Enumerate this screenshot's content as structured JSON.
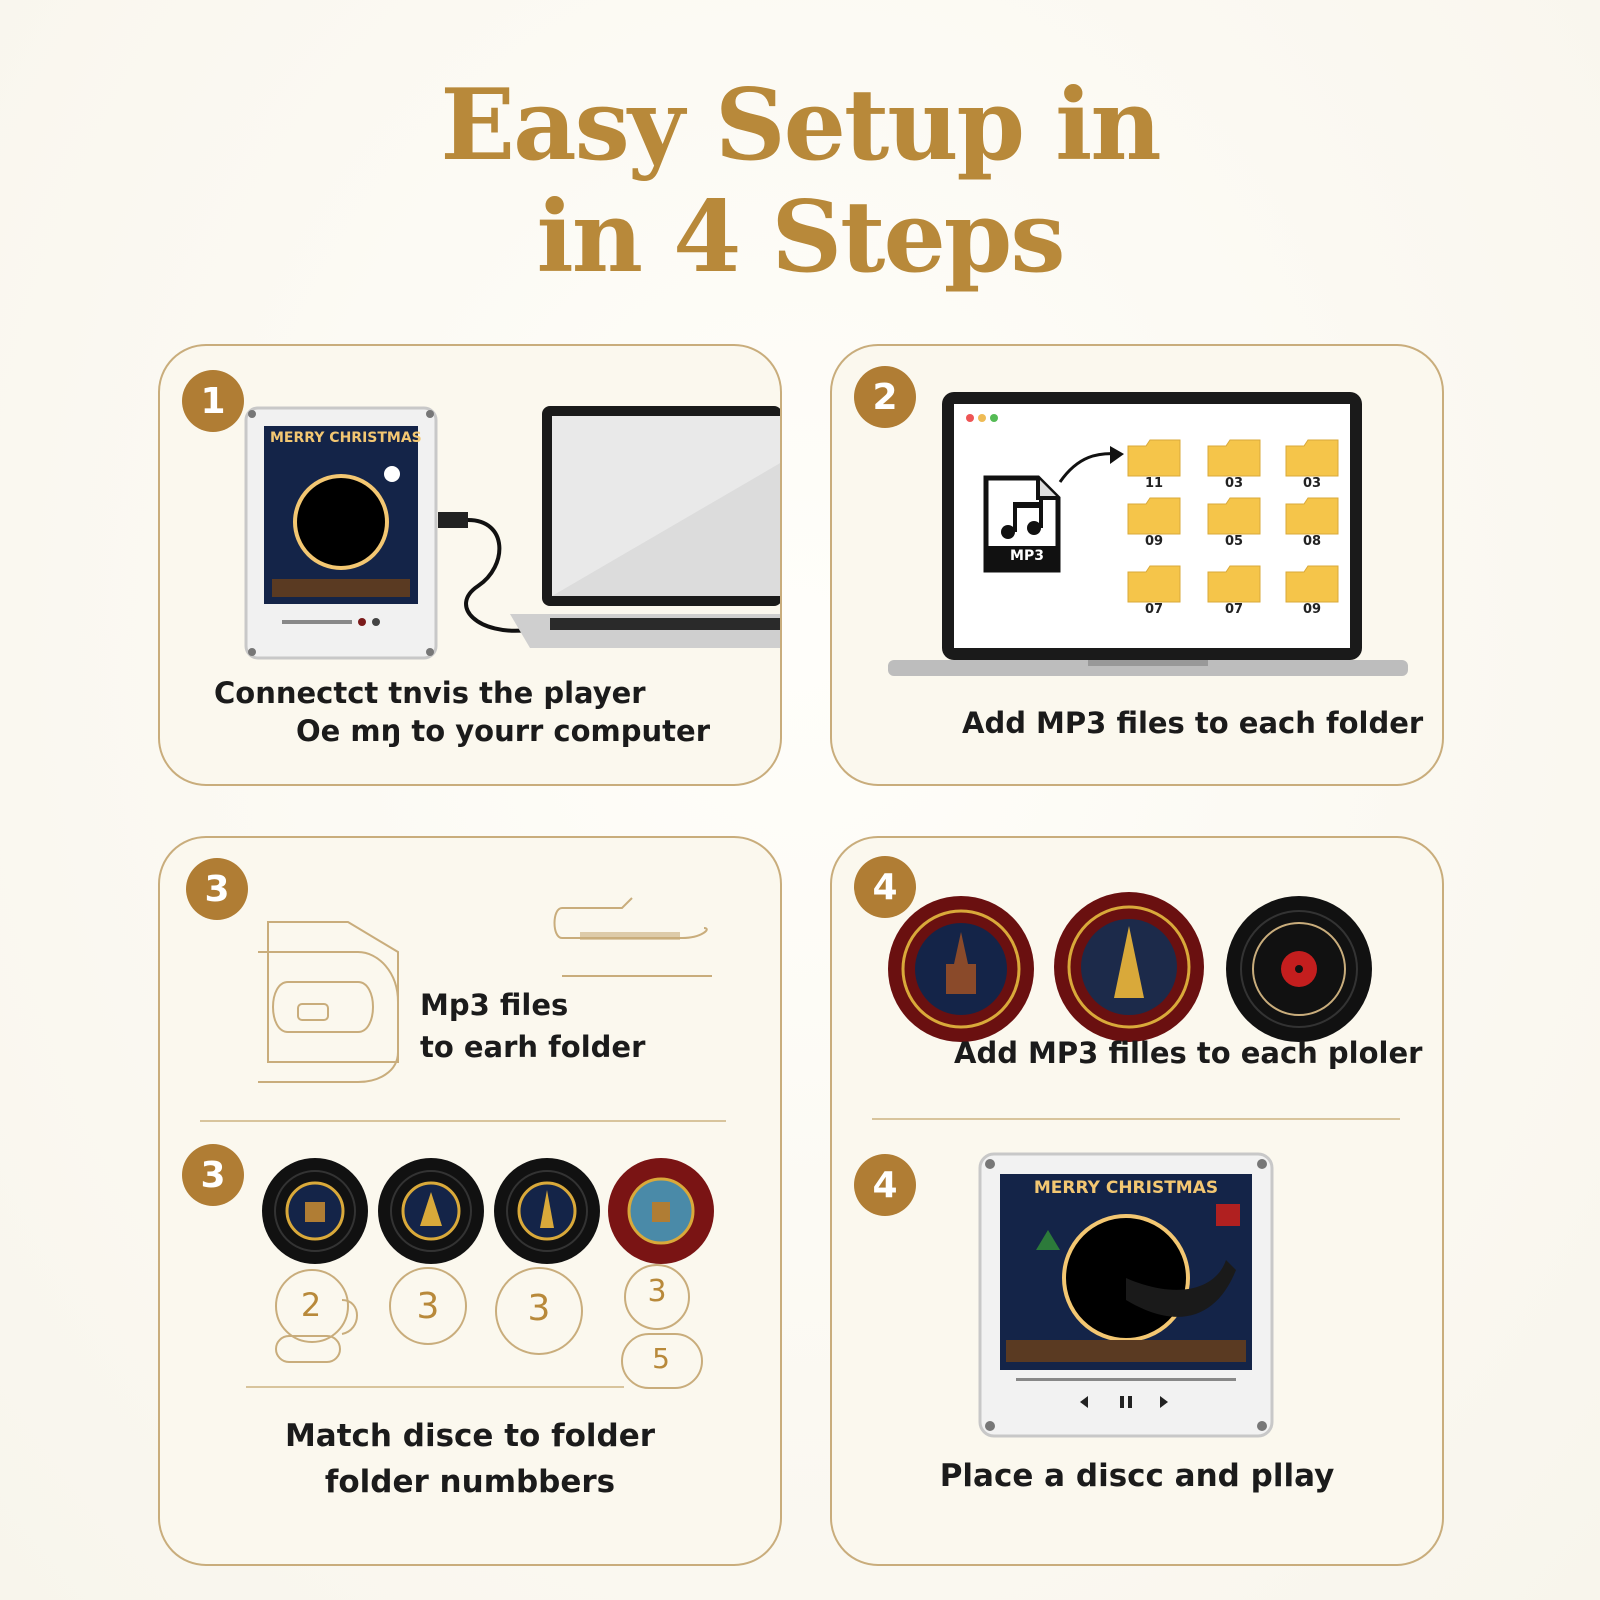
{
  "title": {
    "line1": "Easy Setup in",
    "line2": "in 4 Steps"
  },
  "step1": {
    "badge": "1",
    "player_screen_text": "MERRY CHRISTMAS",
    "caption_line1": "Connectct tnvis the player",
    "caption_line2": "Oe mŋ to yourr computer"
  },
  "step2": {
    "badge": "2",
    "file_label": "MP3",
    "folder_labels": [
      "11",
      "03",
      "03",
      "09",
      "05",
      "08",
      "07",
      "07",
      "09"
    ],
    "caption": "Add MP3 files to each folder"
  },
  "step3a": {
    "badge": "3",
    "caption_line1": "Mp3 files",
    "caption_line2": "to earh folder"
  },
  "step4a": {
    "badge": "4",
    "caption": "Add MP3 filles to each ploler"
  },
  "step3b": {
    "badge": "3",
    "number_labels": [
      "2",
      "3",
      "3",
      "3",
      "5"
    ],
    "caption_line1": "Match disce to folder",
    "caption_line2": "folder numbbers"
  },
  "step4b": {
    "badge": "4",
    "player_screen_text": "MERRY CHRISTMAS",
    "caption": "Place a discc and pllay"
  },
  "colors": {
    "gold": "#b8893a",
    "badge": "#b07d34",
    "card_border": "#c9ad7c",
    "card_bg": "#fbf8ee",
    "folder": "#f5c54a",
    "disc_red": "#7a1414",
    "night_blue": "#142448"
  }
}
